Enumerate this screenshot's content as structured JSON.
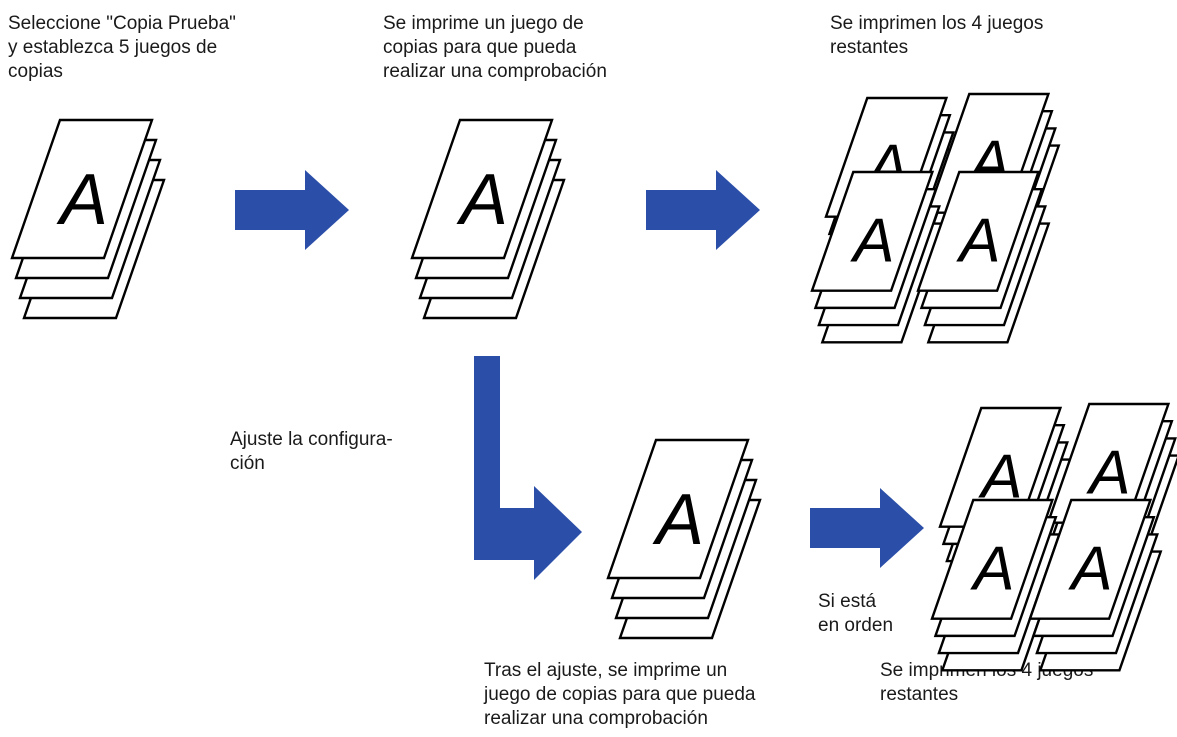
{
  "captions": {
    "step1": "Seleccione \"Copia Prueba\"\ny establezca 5 juegos de\ncopias",
    "step2": "Se imprime un juego de\ncopias para que pueda\nrealizar una comprobación",
    "step3": "Se imprimen los 4 juegos\nrestantes",
    "adjust": "Ajuste la configura-\nción",
    "step4": "Tras el ajuste, se imprime un\njuego de copias para que pueda\nrealizar una comprobación",
    "step5": "Se imprimen los 4 juegos\nrestantes",
    "if_ok": "Si está\nen orden"
  },
  "sheet_letter": "A",
  "colors": {
    "arrow": "#2b4fa8",
    "paper_fill": "#ffffff",
    "paper_stroke": "#000000",
    "text": "#1a1a1a"
  }
}
